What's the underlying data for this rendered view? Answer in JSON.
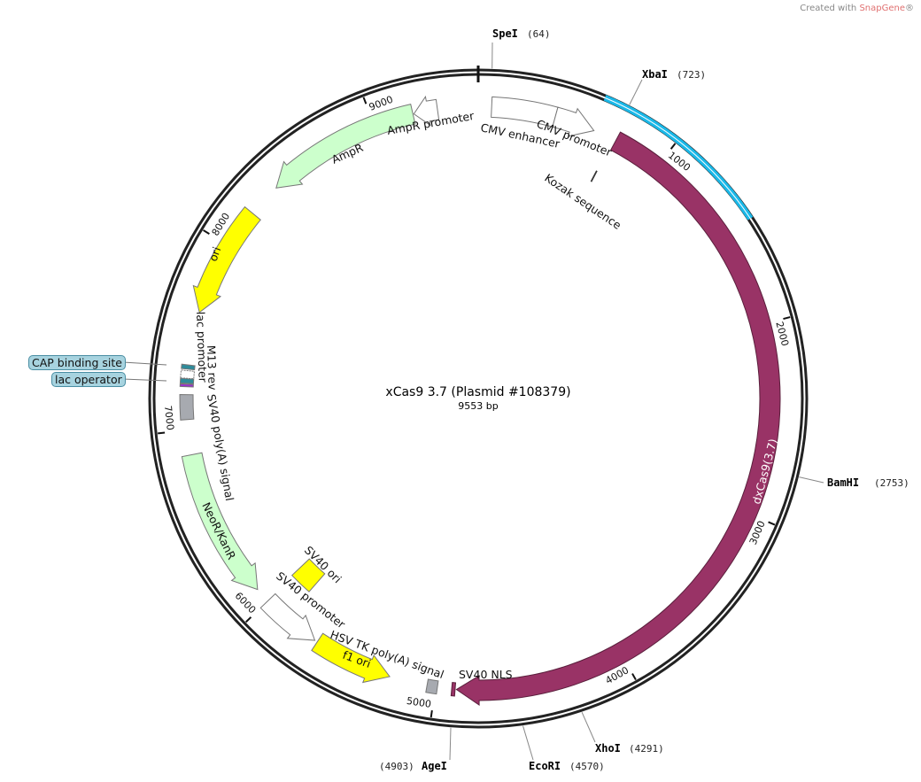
{
  "watermark": {
    "prefix": "Created with ",
    "brand": "SnapGene",
    "suffix": "®"
  },
  "plasmid": {
    "name": "xCas9 3.7  (Plasmid #108379)",
    "length_label": "9553 bp",
    "length_bp": 9553
  },
  "colors": {
    "ring": "#222222",
    "highlight": "#1ab8e8",
    "cas9": "#993366",
    "yellow": "#ffff00",
    "green": "#ccffcc",
    "gray": "#a7aab0",
    "teal": "#2e8b9a",
    "purple": "#9933cc"
  },
  "enzymes": [
    {
      "name": "SpeI",
      "pos": 64,
      "pos_label": "(64)"
    },
    {
      "name": "XbaI",
      "pos": 723,
      "pos_label": "(723)"
    },
    {
      "name": "BamHI",
      "pos": 2753,
      "pos_label": "(2753)"
    },
    {
      "name": "XhoI",
      "pos": 4291,
      "pos_label": "(4291)"
    },
    {
      "name": "EcoRI",
      "pos": 4570,
      "pos_label": "(4570)"
    },
    {
      "name": "AgeI",
      "pos": 4903,
      "pos_label": "(4903)"
    }
  ],
  "ticks": [
    {
      "bp": 1000,
      "label": "1000"
    },
    {
      "bp": 2000,
      "label": "2000"
    },
    {
      "bp": 3000,
      "label": "3000"
    },
    {
      "bp": 4000,
      "label": "4000"
    },
    {
      "bp": 5000,
      "label": "5000"
    },
    {
      "bp": 6000,
      "label": "6000"
    },
    {
      "bp": 7000,
      "label": "7000"
    },
    {
      "bp": 8000,
      "label": "8000"
    },
    {
      "bp": 9000,
      "label": "9000"
    }
  ],
  "highlight_region": {
    "start": 606,
    "end": 1500
  },
  "features": [
    {
      "name": "CMV enhancer",
      "start": 70,
      "end": 406,
      "dir": 0,
      "color": "#ffffff",
      "track": "outer"
    },
    {
      "name": "CMV promoter",
      "start": 406,
      "end": 620,
      "dir": 1,
      "color": "#ffffff",
      "track": "outer"
    },
    {
      "name": "Kozak sequence",
      "start": 728,
      "end": 736,
      "dir": 0,
      "color": "#ffffff",
      "track": "kozak"
    },
    {
      "name": "dxCas9(3.7)",
      "start": 745,
      "end": 4890,
      "dir": 1,
      "color": "#993366",
      "track": "outer"
    },
    {
      "name": "SV40 NLS",
      "start": 4897,
      "end": 4915,
      "dir": 0,
      "color": "#993366",
      "track": "small"
    },
    {
      "name": "HSV TK poly(A) signal",
      "start": 4990,
      "end": 5045,
      "dir": 0,
      "color": "#a7aab0",
      "track": "small"
    },
    {
      "name": "f1 ori",
      "start": 5245,
      "end": 5665,
      "dir": -1,
      "color": "#ffff00",
      "track": "outer"
    },
    {
      "name": "SV40 promoter",
      "start": 5680,
      "end": 6000,
      "dir": -1,
      "color": "#ffffff",
      "track": "outer"
    },
    {
      "name": "SV40 ori",
      "start": 5870,
      "end": 6010,
      "dir": 0,
      "color": "#ffff00",
      "track": "inner"
    },
    {
      "name": "NeoR/KanR",
      "start": 6080,
      "end": 6870,
      "dir": -1,
      "color": "#ccffcc",
      "track": "outer"
    },
    {
      "name": "SV40 poly(A) signal",
      "start": 7055,
      "end": 7185,
      "dir": 0,
      "color": "#a7aab0",
      "track": "small"
    },
    {
      "name": "M13 rev",
      "start": 7226,
      "end": 7240,
      "dir": 0,
      "color": "#9933cc",
      "track": "small"
    },
    {
      "name": "lac operator",
      "start": 7244,
      "end": 7268,
      "dir": 0,
      "color": "#2e8b9a",
      "track": "small"
    },
    {
      "name": "lac promoter",
      "start": 7270,
      "end": 7310,
      "dir": 0,
      "color": "#ffffff",
      "track": "small"
    },
    {
      "name": "CAP binding site",
      "start": 7318,
      "end": 7340,
      "dir": 0,
      "color": "#2e8b9a",
      "track": "small"
    },
    {
      "name": "ori",
      "start": 7620,
      "end": 8210,
      "dir": -1,
      "color": "#ffff00",
      "track": "outer"
    },
    {
      "name": "AmpR",
      "start": 8390,
      "end": 9210,
      "dir": -1,
      "color": "#ccffcc",
      "track": "outer"
    },
    {
      "name": "AmpR promoter",
      "start": 9215,
      "end": 9340,
      "dir": -1,
      "color": "#ffffff",
      "track": "outer"
    }
  ]
}
